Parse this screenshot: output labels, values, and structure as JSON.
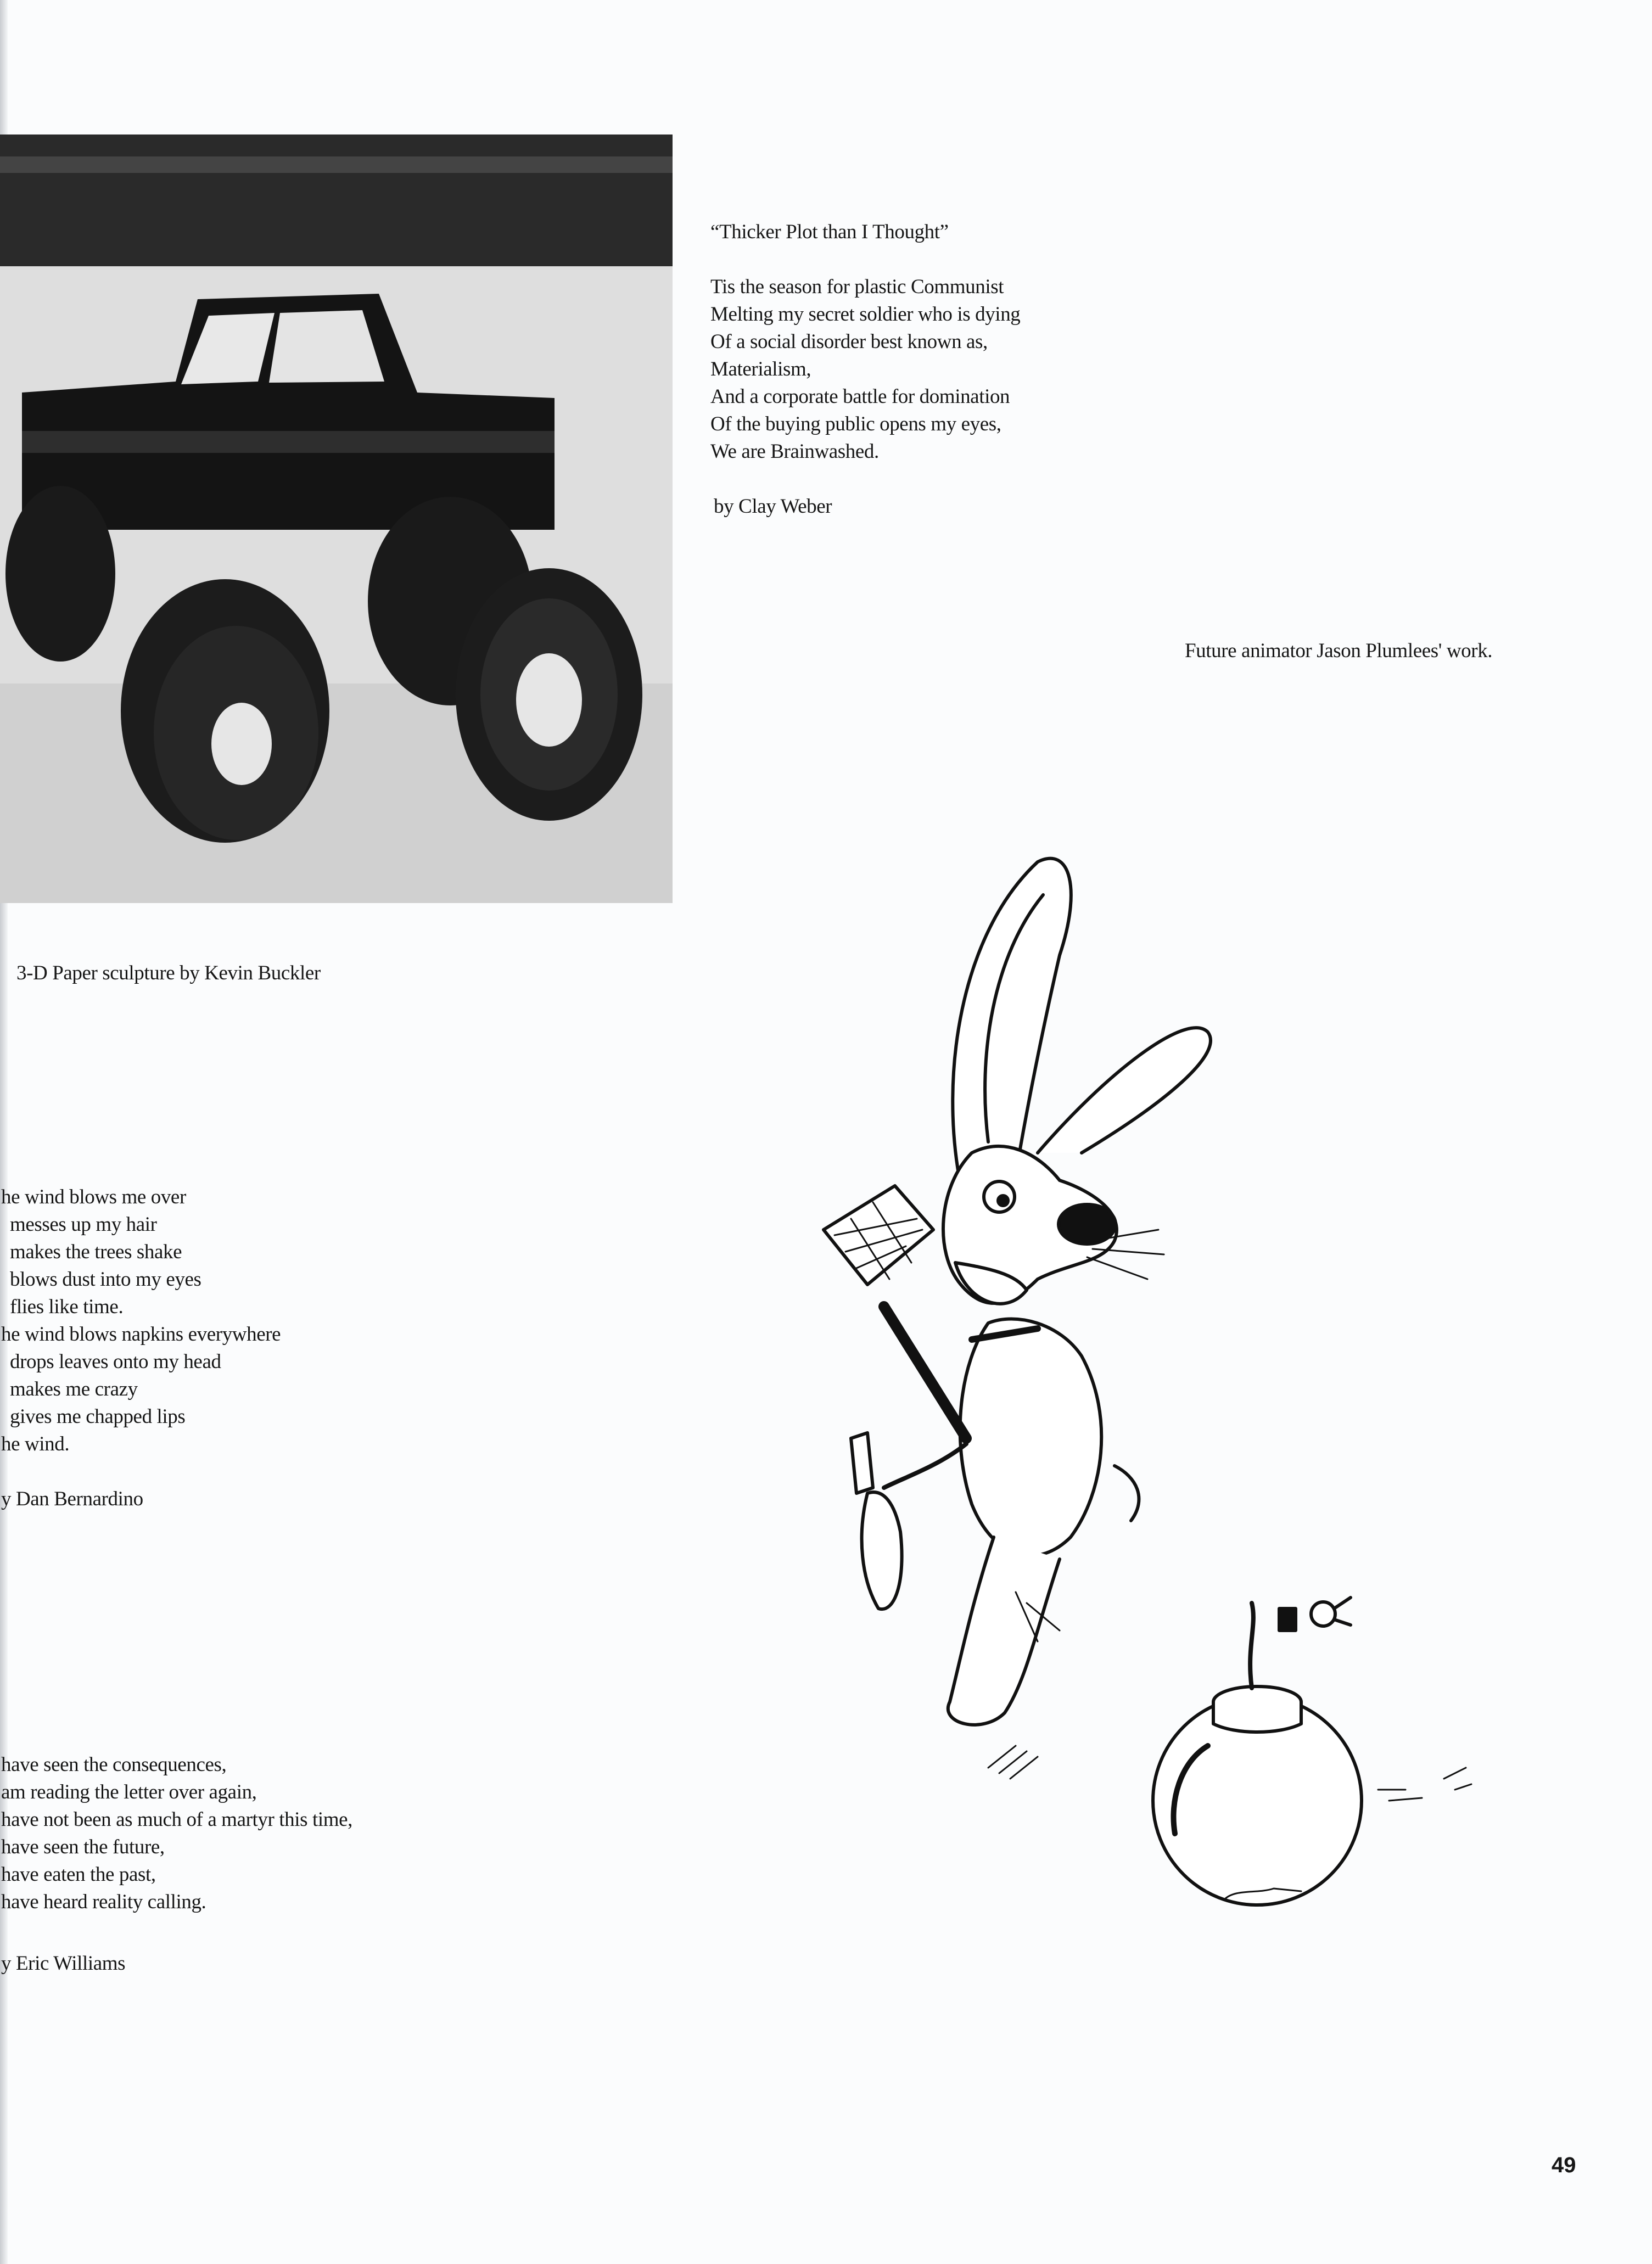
{
  "poem_weber": {
    "title": "“Thicker Plot than I Thought”",
    "lines": [
      "Tis the season for plastic Communist",
      "Melting my secret soldier who is dying",
      "Of a social disorder best known as,",
      "Materialism,",
      "And a corporate battle for domination",
      "Of the buying public opens my eyes,",
      "We are Brainwashed."
    ],
    "byline": "by Clay Weber"
  },
  "caption_cartoon": "Future animator Jason Plumlees' work.",
  "caption_photo": "3-D Paper sculpture by Kevin Buckler",
  "poem_bernardino": {
    "lines": [
      "he wind blows me over",
      "messes up my hair",
      "makes the trees shake",
      "blows dust into my eyes",
      "flies like time.",
      "he wind blows napkins everywhere",
      "drops leaves onto my head",
      "makes me crazy",
      "gives me chapped lips",
      "he wind."
    ],
    "byline": "y Dan Bernardino"
  },
  "poem_williams": {
    "lines": [
      "have seen the consequences,",
      "am reading the letter over again,",
      "have not been as much of a martyr this time,",
      "have seen the future,",
      "have eaten the past,",
      "have heard reality calling."
    ],
    "byline": "y Eric Williams"
  },
  "page_number": "49"
}
